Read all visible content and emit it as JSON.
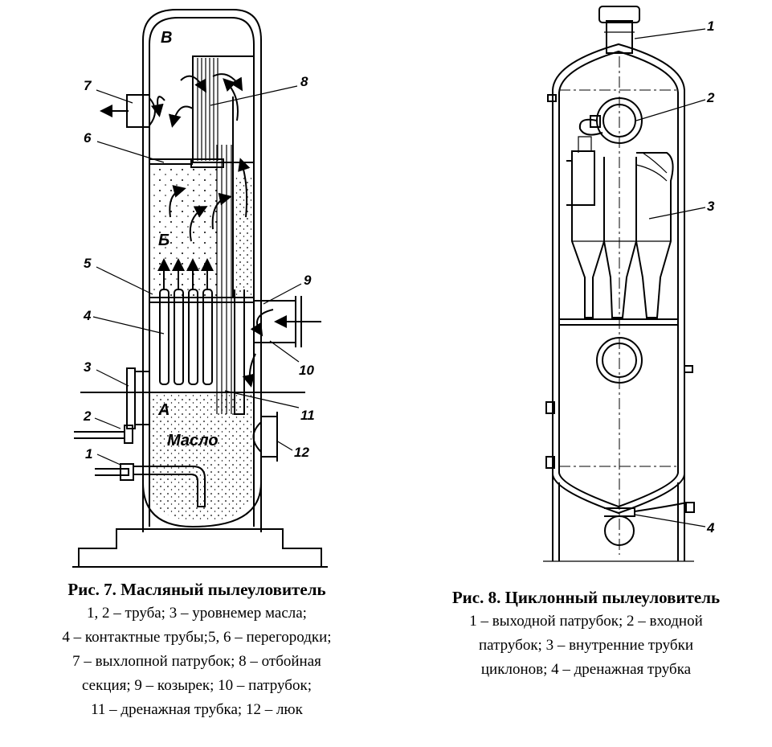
{
  "figure7": {
    "labels": {
      "n1": "1",
      "n2": "2",
      "n3": "3",
      "n4": "4",
      "n5": "5",
      "n6": "6",
      "n7": "7",
      "n8": "8",
      "n9": "9",
      "n10": "10",
      "n11": "11",
      "n12": "12",
      "zone_v": "В",
      "zone_b": "Б",
      "zone_a": "А",
      "oil": "Масло"
    },
    "caption": {
      "title": "Рис. 7. Масляный пылеуловитель",
      "lines": [
        "1, 2 – труба; 3 – уровнемер масла;",
        "4 – контактные трубы;5, 6 – перегородки;",
        "7 – выхлопной патрубок; 8 – отбойная",
        "секция; 9 – козырек; 10 – патрубок;",
        "11 – дренажная трубка; 12 – люк"
      ]
    }
  },
  "figure8": {
    "labels": {
      "n1": "1",
      "n2": "2",
      "n3": "3",
      "n4": "4"
    },
    "caption": {
      "title": "Рис. 8. Циклонный пылеуловитель",
      "lines": [
        "1 – выходной патрубок; 2 – входной",
        "патрубок; 3 – внутренние трубки",
        "циклонов; 4 – дренажная трубка"
      ]
    }
  }
}
